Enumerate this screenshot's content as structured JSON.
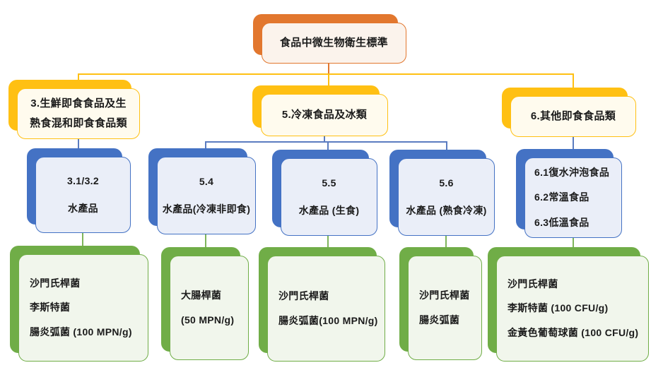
{
  "root": {
    "label": "食品中微生物衛生標準"
  },
  "categories": [
    {
      "lines": [
        "3.生鮮即食食品及生",
        "熟食混和即食食品類"
      ]
    },
    {
      "lines": [
        "5.冷凍食品及冰類"
      ]
    },
    {
      "lines": [
        "6.其他即食食品類"
      ]
    }
  ],
  "subcategories": [
    {
      "lines": [
        "3.1/3.2",
        "水產品"
      ]
    },
    {
      "lines": [
        "5.4",
        "水產品(冷凍非即食)"
      ]
    },
    {
      "lines": [
        "5.5",
        "水產品 (生食)"
      ]
    },
    {
      "lines": [
        "5.6",
        "水產品 (熟食冷凍)"
      ]
    },
    {
      "lines": [
        "6.1復水沖泡食品",
        "6.2常溫食品",
        "6.3低溫食品"
      ]
    }
  ],
  "criteria": [
    {
      "lines": [
        "沙門氏桿菌",
        "李斯特菌",
        "腸炎弧菌 (100 MPN/g)"
      ]
    },
    {
      "lines": [
        "大腸桿菌",
        "(50 MPN/g)"
      ]
    },
    {
      "lines": [
        "沙門氏桿菌",
        "腸炎弧菌(100 MPN/g)"
      ]
    },
    {
      "lines": [
        "沙門氏桿菌",
        "腸炎弧菌"
      ]
    },
    {
      "lines": [
        "沙門氏桿菌",
        "李斯特菌 (100 CFU/g)",
        "金黃色葡萄球菌 (100 CFU/g)"
      ]
    }
  ],
  "colors": {
    "orange": "#E2772E",
    "orange_fill": "#FBF3EC",
    "yellow": "#FFC013",
    "yellow_fill": "#FFFBEE",
    "blue": "#4472C4",
    "blue_fill": "#EAEEF8",
    "green": "#70AD47",
    "green_fill": "#F1F6EC"
  }
}
